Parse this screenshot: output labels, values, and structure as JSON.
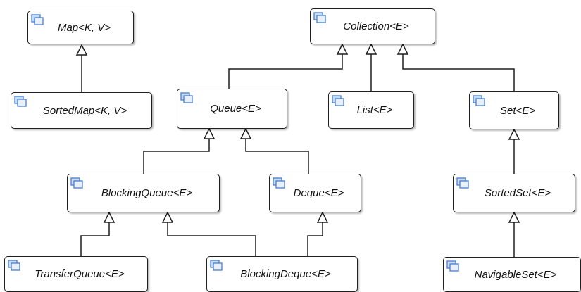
{
  "diagram": {
    "nodes": {
      "map": "Map<K, V>",
      "sorted_map": "SortedMap<K, V>",
      "collection": "Collection<E>",
      "queue": "Queue<E>",
      "list": "List<E>",
      "set": "Set<E>",
      "blocking_queue": "BlockingQueue<E>",
      "deque": "Deque<E>",
      "sorted_set": "SortedSet<E>",
      "transfer_queue": "TransferQueue<E>",
      "blocking_deque": "BlockingDeque<E>",
      "navigable_set": "NavigableSet<E>"
    },
    "icon": "interface-icon",
    "colors": {
      "border": "#1f1f1f",
      "edge": "#1f1f1f",
      "icon_blue": "#4a7fd0",
      "icon_light": "#c9dcf6"
    }
  }
}
